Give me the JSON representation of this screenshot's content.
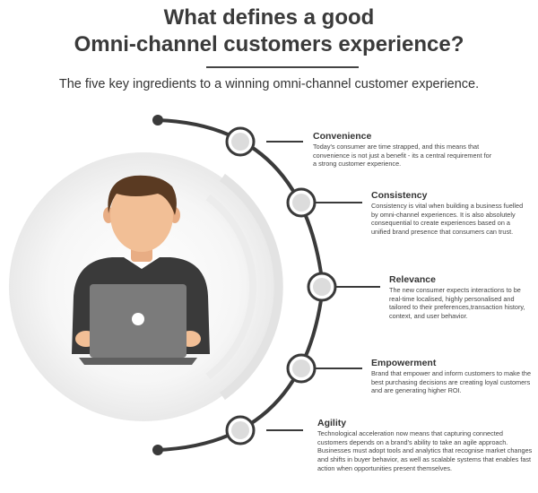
{
  "header": {
    "title_line1": "What defines a good",
    "title_line2": "Omni-channel customers experience?",
    "subtitle": "The five key ingredients to a winning omni-channel customer experience."
  },
  "colors": {
    "dark": "#3a3a3a",
    "skin": "#f2bf96",
    "hair": "#5a3a22",
    "laptop": "#7b7b7b",
    "halo": "#eeeeee",
    "node_ring": "#dcdcdc"
  },
  "items": [
    {
      "title": "Convenience",
      "text": "Today's consumer are time strapped, and this means that convenience is not just a benefit - its a central requirement for a strong customer experience."
    },
    {
      "title": "Consistency",
      "text": "Consistency is vital when building a business fuelled by omni-channel experiences. It is also absolutely consequential to create experiences based on a unified brand presence that consumers can trust."
    },
    {
      "title": "Relevance",
      "text": "The new consumer expects interactions to be real-time localised, highly personalised and tailored to their preferences,transaction history, context, and user behavior."
    },
    {
      "title": "Empowerment",
      "text": "Brand that empower and inform customers to make the best purchasing decisions are creating loyal customers and are generating higher ROI."
    },
    {
      "title": "Agility",
      "text": "Technological acceleration now means that capturing connected customers depends on a brand's ability to take an agile approach. Businesses must adopt tools and analytics that recognise market changes and shifts in buyer behavior, as well as scalable systems that enables fast action when opportunities present themselves."
    }
  ]
}
